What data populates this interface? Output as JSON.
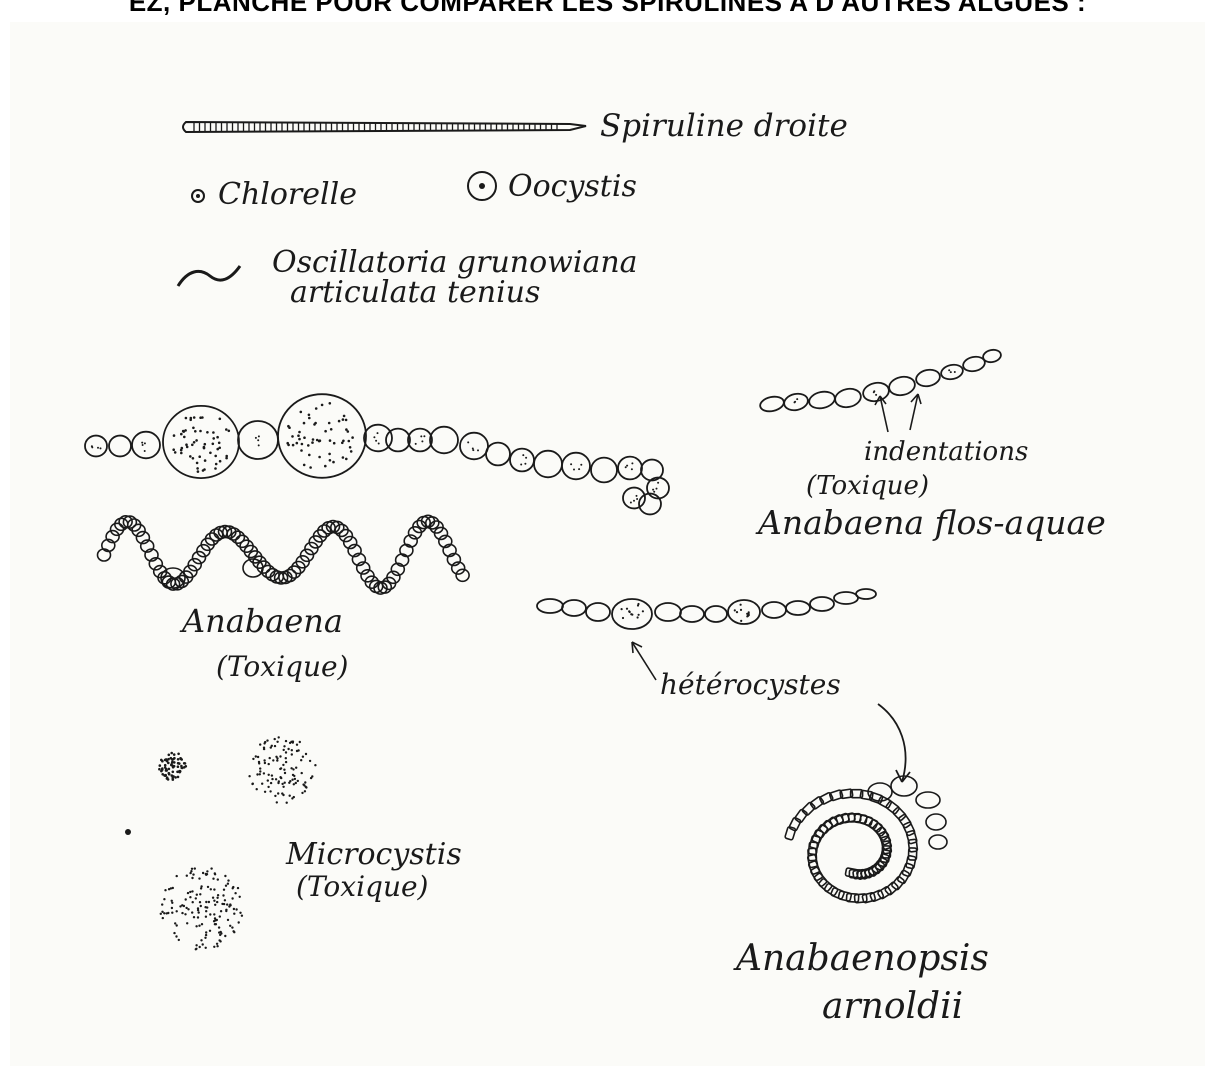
{
  "header": {
    "text": "EZ, PLANCHE POUR COMPARER LES SPIRULINES A D'AUTRES ALGUES :"
  },
  "labels": {
    "spiruline": "Spiruline droite",
    "chlorelle": "Chlorelle",
    "oocystis": "Oocystis",
    "oscillatoria_line1": "Oscillatoria grunowiana",
    "oscillatoria_line2": "articulata tenius",
    "indentations": "indentations",
    "toxique_flos": "(Toxique)",
    "anabaena_flos": "Anabaena flos-aquae",
    "anabaena": "Anabaena",
    "toxique_anabaena": "(Toxique)",
    "heterocystes": "hétérocystes",
    "microcystis": "Microcystis",
    "toxique_microcystis": "(Toxique)",
    "anabaenopsis_line1": "Anabaenopsis",
    "anabaenopsis_line2": "arnoldii"
  },
  "colors": {
    "ink": "#1a1a1a",
    "paper": "#fbfbf8",
    "background": "#ffffff"
  }
}
